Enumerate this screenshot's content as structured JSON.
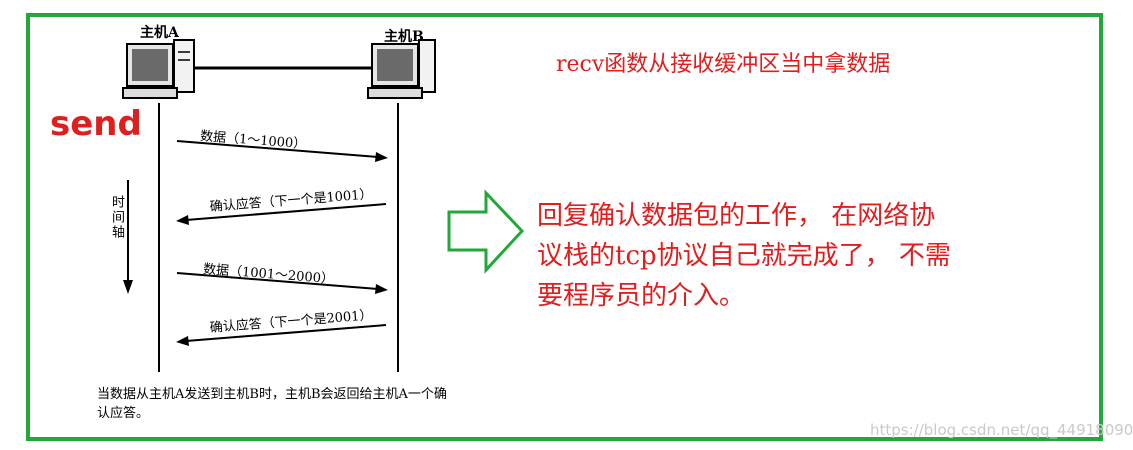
{
  "diagram": {
    "host_a_label": "主机A",
    "host_b_label": "主机B",
    "send_label": "send",
    "time_axis_label": "时间轴",
    "messages": [
      {
        "text": "数据（1～1000）",
        "direction": "A→B"
      },
      {
        "text": "确认应答（下一个是1001）",
        "direction": "B→A"
      },
      {
        "text": "数据（1001～2000）",
        "direction": "A→B"
      },
      {
        "text": "确认应答（下一个是2001）",
        "direction": "B→A"
      }
    ],
    "caption": "当数据从主机A发送到主机B时，主机B会返回给主机A一个确认应答。"
  },
  "annotation": {
    "title": "recv函数从接收缓冲区当中拿数据",
    "note": "回复确认数据包的工作，  在网络协议栈的tcp协议自己就完成了，  不需要程序员的介入。"
  },
  "watermark": "https://blog.csdn.net/qq_44918090",
  "colors": {
    "frame": "#22a83a",
    "accent_red": "#e01e1e",
    "arrow_green": "#22a83a"
  }
}
